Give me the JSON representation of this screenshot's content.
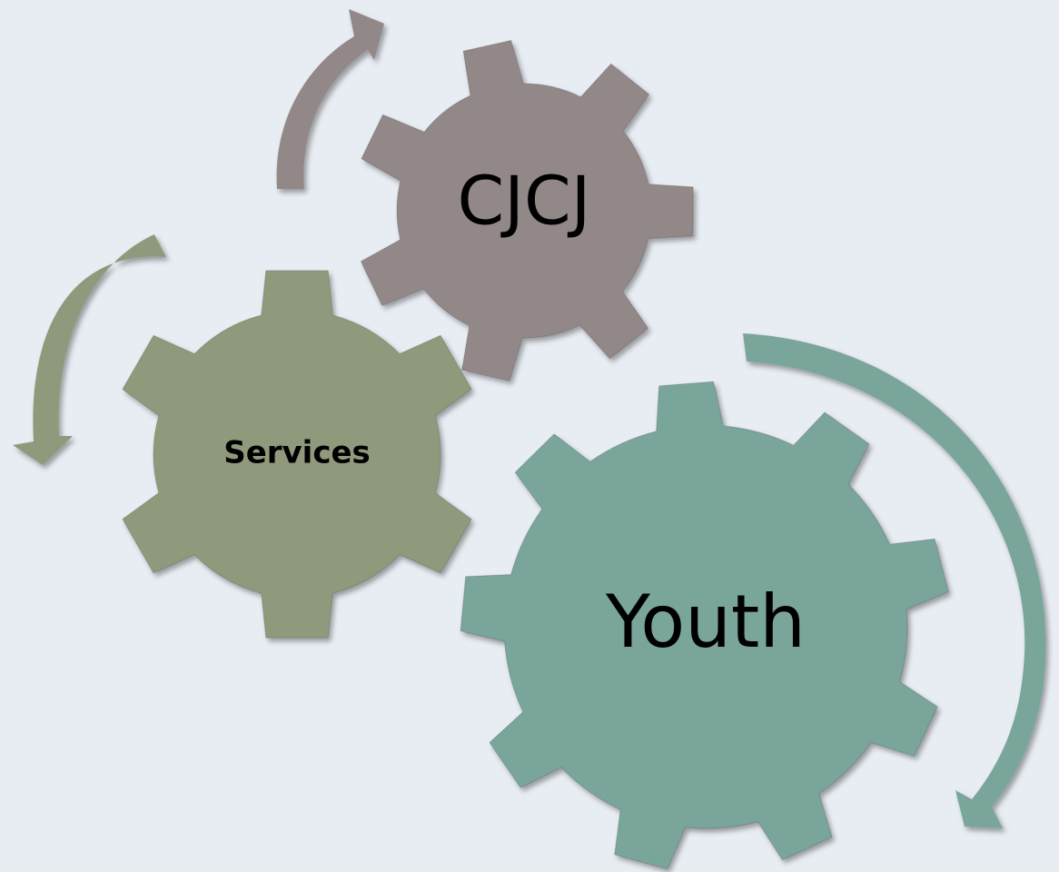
{
  "background": "#e8edf3",
  "gears": [
    {
      "key": "cjcj",
      "label": "CJCJ",
      "color": "#928888",
      "teeth": 7
    },
    {
      "key": "services",
      "label": "Services",
      "color": "#8f9a7b",
      "teeth": 6
    },
    {
      "key": "youth",
      "label": "Youth",
      "color": "#7aa59a",
      "teeth": 9
    }
  ],
  "arrows": [
    {
      "key": "cjcj-arrow",
      "color": "#928888"
    },
    {
      "key": "services-arrow",
      "color": "#8f9a7b"
    },
    {
      "key": "youth-arrow",
      "color": "#7aa59a"
    }
  ]
}
